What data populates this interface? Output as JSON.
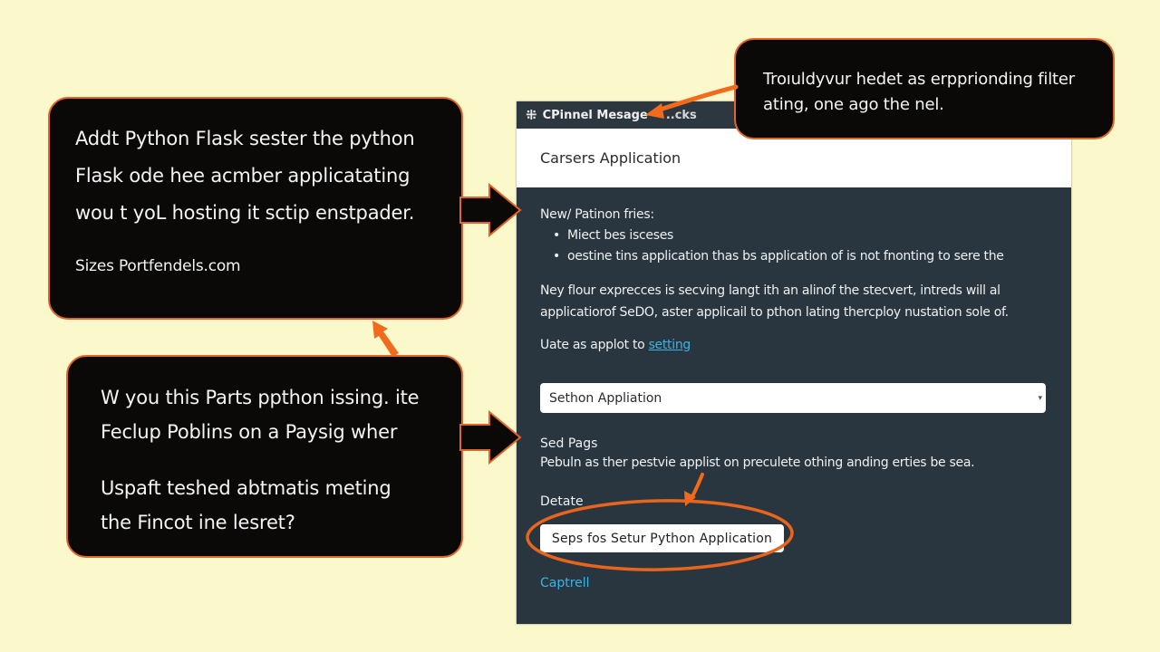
{
  "colors": {
    "background": "#fbf8cc",
    "callout_bg": "#0a0908",
    "callout_border": "#e0652a",
    "annotation_orange": "#f26a1b",
    "panel_bg": "#2a363f",
    "link": "#39b4e6"
  },
  "callouts": {
    "top_left": {
      "lines": [
        "Addt Python Flask sester the python",
        "Flask ode hee acmber applicatating",
        "wou t yoL hosting it sctip enstpader."
      ],
      "footer": "Sizes Portfendels.com"
    },
    "bottom_left": {
      "lines": [
        "W you this Parts ppthon issing. ite",
        "Feclup Poblins on a Paysig wher"
      ],
      "lines2": [
        "Uspaft teshed abtmatis meting",
        "the Fincot ine lesret?"
      ]
    },
    "top_right": {
      "lines": [
        "Troıuldyvur hedet as erpprionding filter",
        "ating, one ago the nel."
      ]
    }
  },
  "app": {
    "titlebar": {
      "icon": "pin-icon",
      "title": "CPinnel Mesage",
      "extra": "..cks"
    },
    "header_title": "Carsers Application",
    "intro_label": "New/ Patinon fries:",
    "bullets": [
      "Miect bes isceses",
      "oestine tins application thas bs application of is not fnonting to sere the"
    ],
    "paragraph_lines": [
      "Ney flour exprecces is secving langt ith an alinof the stecvert, intreds will al",
      "applicatiorof SeDO, aster applicail to pthon lating thercploy nustation sole of."
    ],
    "update_text": "Uate as applot to ",
    "update_link": "setting",
    "select_value": "Sethon Appliation",
    "select_caret": "▾",
    "section_title": "Sed Pags",
    "section_desc": "Pebuln as ther pestvie applist on preculete othing anding erties be sea.",
    "detail_label": "Detate",
    "primary_button": "Seps fos Setur Python Application",
    "cancel_link": "Captrell"
  }
}
